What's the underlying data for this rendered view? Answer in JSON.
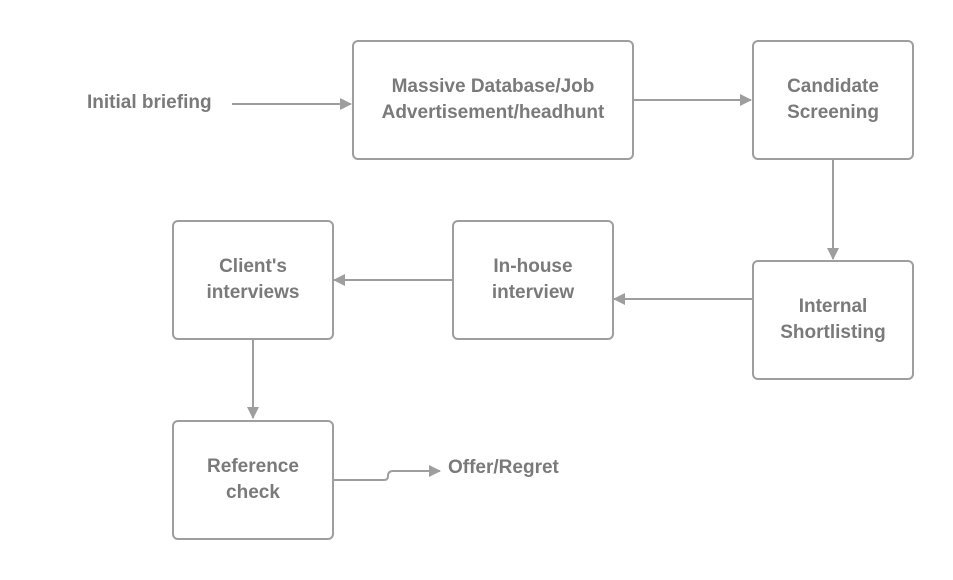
{
  "diagram": {
    "colors": {
      "stroke": "#9e9e9e",
      "text": "#7a7a7a",
      "background": "#ffffff"
    },
    "labels": {
      "initial_briefing": "Initial briefing",
      "offer_regret": "Offer/Regret"
    },
    "nodes": {
      "massive_database": "Massive Database/Job\nAdvertisement/headhunt",
      "candidate_screening": "Candidate\nScreening",
      "internal_shortlisting": "Internal\nShortlisting",
      "inhouse_interview": "In-house\ninterview",
      "clients_interviews": "Client's\ninterviews",
      "reference_check": "Reference\ncheck"
    },
    "edges": [
      {
        "from": "Initial briefing",
        "to": "Massive Database/Job Advertisement/headhunt"
      },
      {
        "from": "Massive Database/Job Advertisement/headhunt",
        "to": "Candidate Screening"
      },
      {
        "from": "Candidate Screening",
        "to": "Internal Shortlisting"
      },
      {
        "from": "Internal Shortlisting",
        "to": "In-house interview"
      },
      {
        "from": "In-house interview",
        "to": "Client's interviews"
      },
      {
        "from": "Client's interviews",
        "to": "Reference check"
      },
      {
        "from": "Reference check",
        "to": "Offer/Regret"
      }
    ]
  }
}
